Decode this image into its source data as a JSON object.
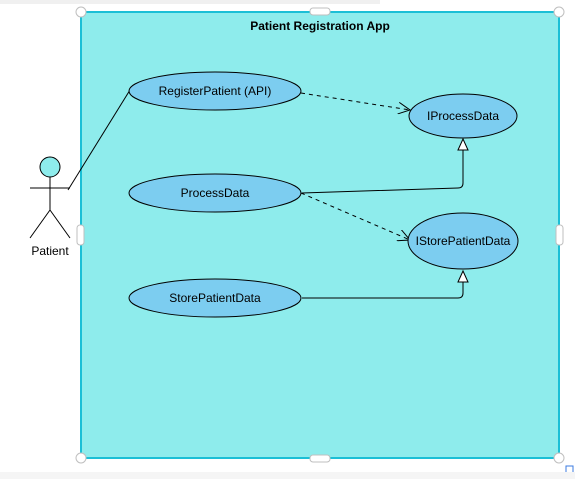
{
  "diagram": {
    "system": {
      "title": "Patient Registration App"
    },
    "actor": {
      "label": "Patient"
    },
    "use_cases": {
      "register": "RegisterPatient (API)",
      "process": "ProcessData",
      "store": "StorePatientData"
    },
    "interfaces": {
      "iprocess": "IProcessData",
      "istore": "IStorePatientData"
    }
  },
  "colors": {
    "system_fill": "#8eecec",
    "system_border": "#1bbfd6",
    "ellipse_fill": "#7ccdf0",
    "line": "#000000",
    "handle_border": "#bfbfbf"
  }
}
